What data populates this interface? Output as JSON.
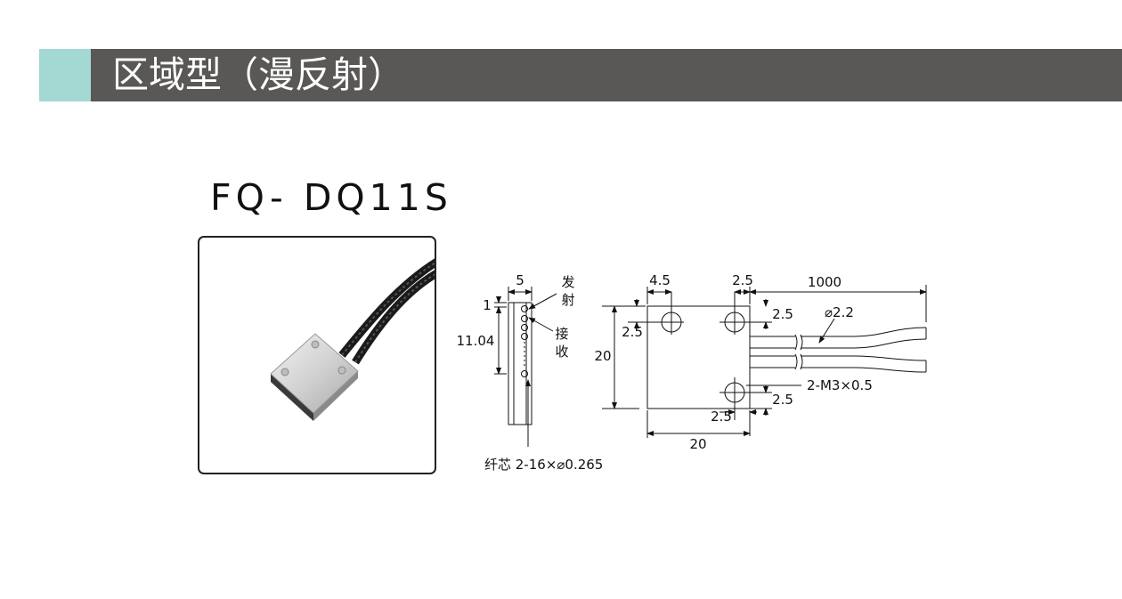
{
  "header": {
    "title": "区域型（漫反射）",
    "accent_color": "#a3d8d3",
    "bar_color": "#595856"
  },
  "product": {
    "model": "FQ- DQ11S",
    "image_icon": "sensor-photo"
  },
  "side_view": {
    "width_label": "5",
    "top_offset_label": "1",
    "length_label": "11.04",
    "emitter_label_1": "发",
    "emitter_label_2": "射",
    "receiver_label_1": "接",
    "receiver_label_2": "收",
    "fiber_core_label": "纤芯 2-16×⌀0.265"
  },
  "front_view": {
    "hole_offset_left_label": "4.5",
    "hole_offset_top_label": "2.5",
    "hole_offset_right_label": "2.5",
    "cable_length_label": "1000",
    "right_hole_vertical_label": "2.5",
    "height_label": "20",
    "cable_diameter_label": "⌀2.2",
    "thread_label": "2-M3×0.5",
    "bottom_hole_vertical_label": "2.5",
    "bottom_hole_horizontal_label": "2.5",
    "width_label": "20"
  }
}
